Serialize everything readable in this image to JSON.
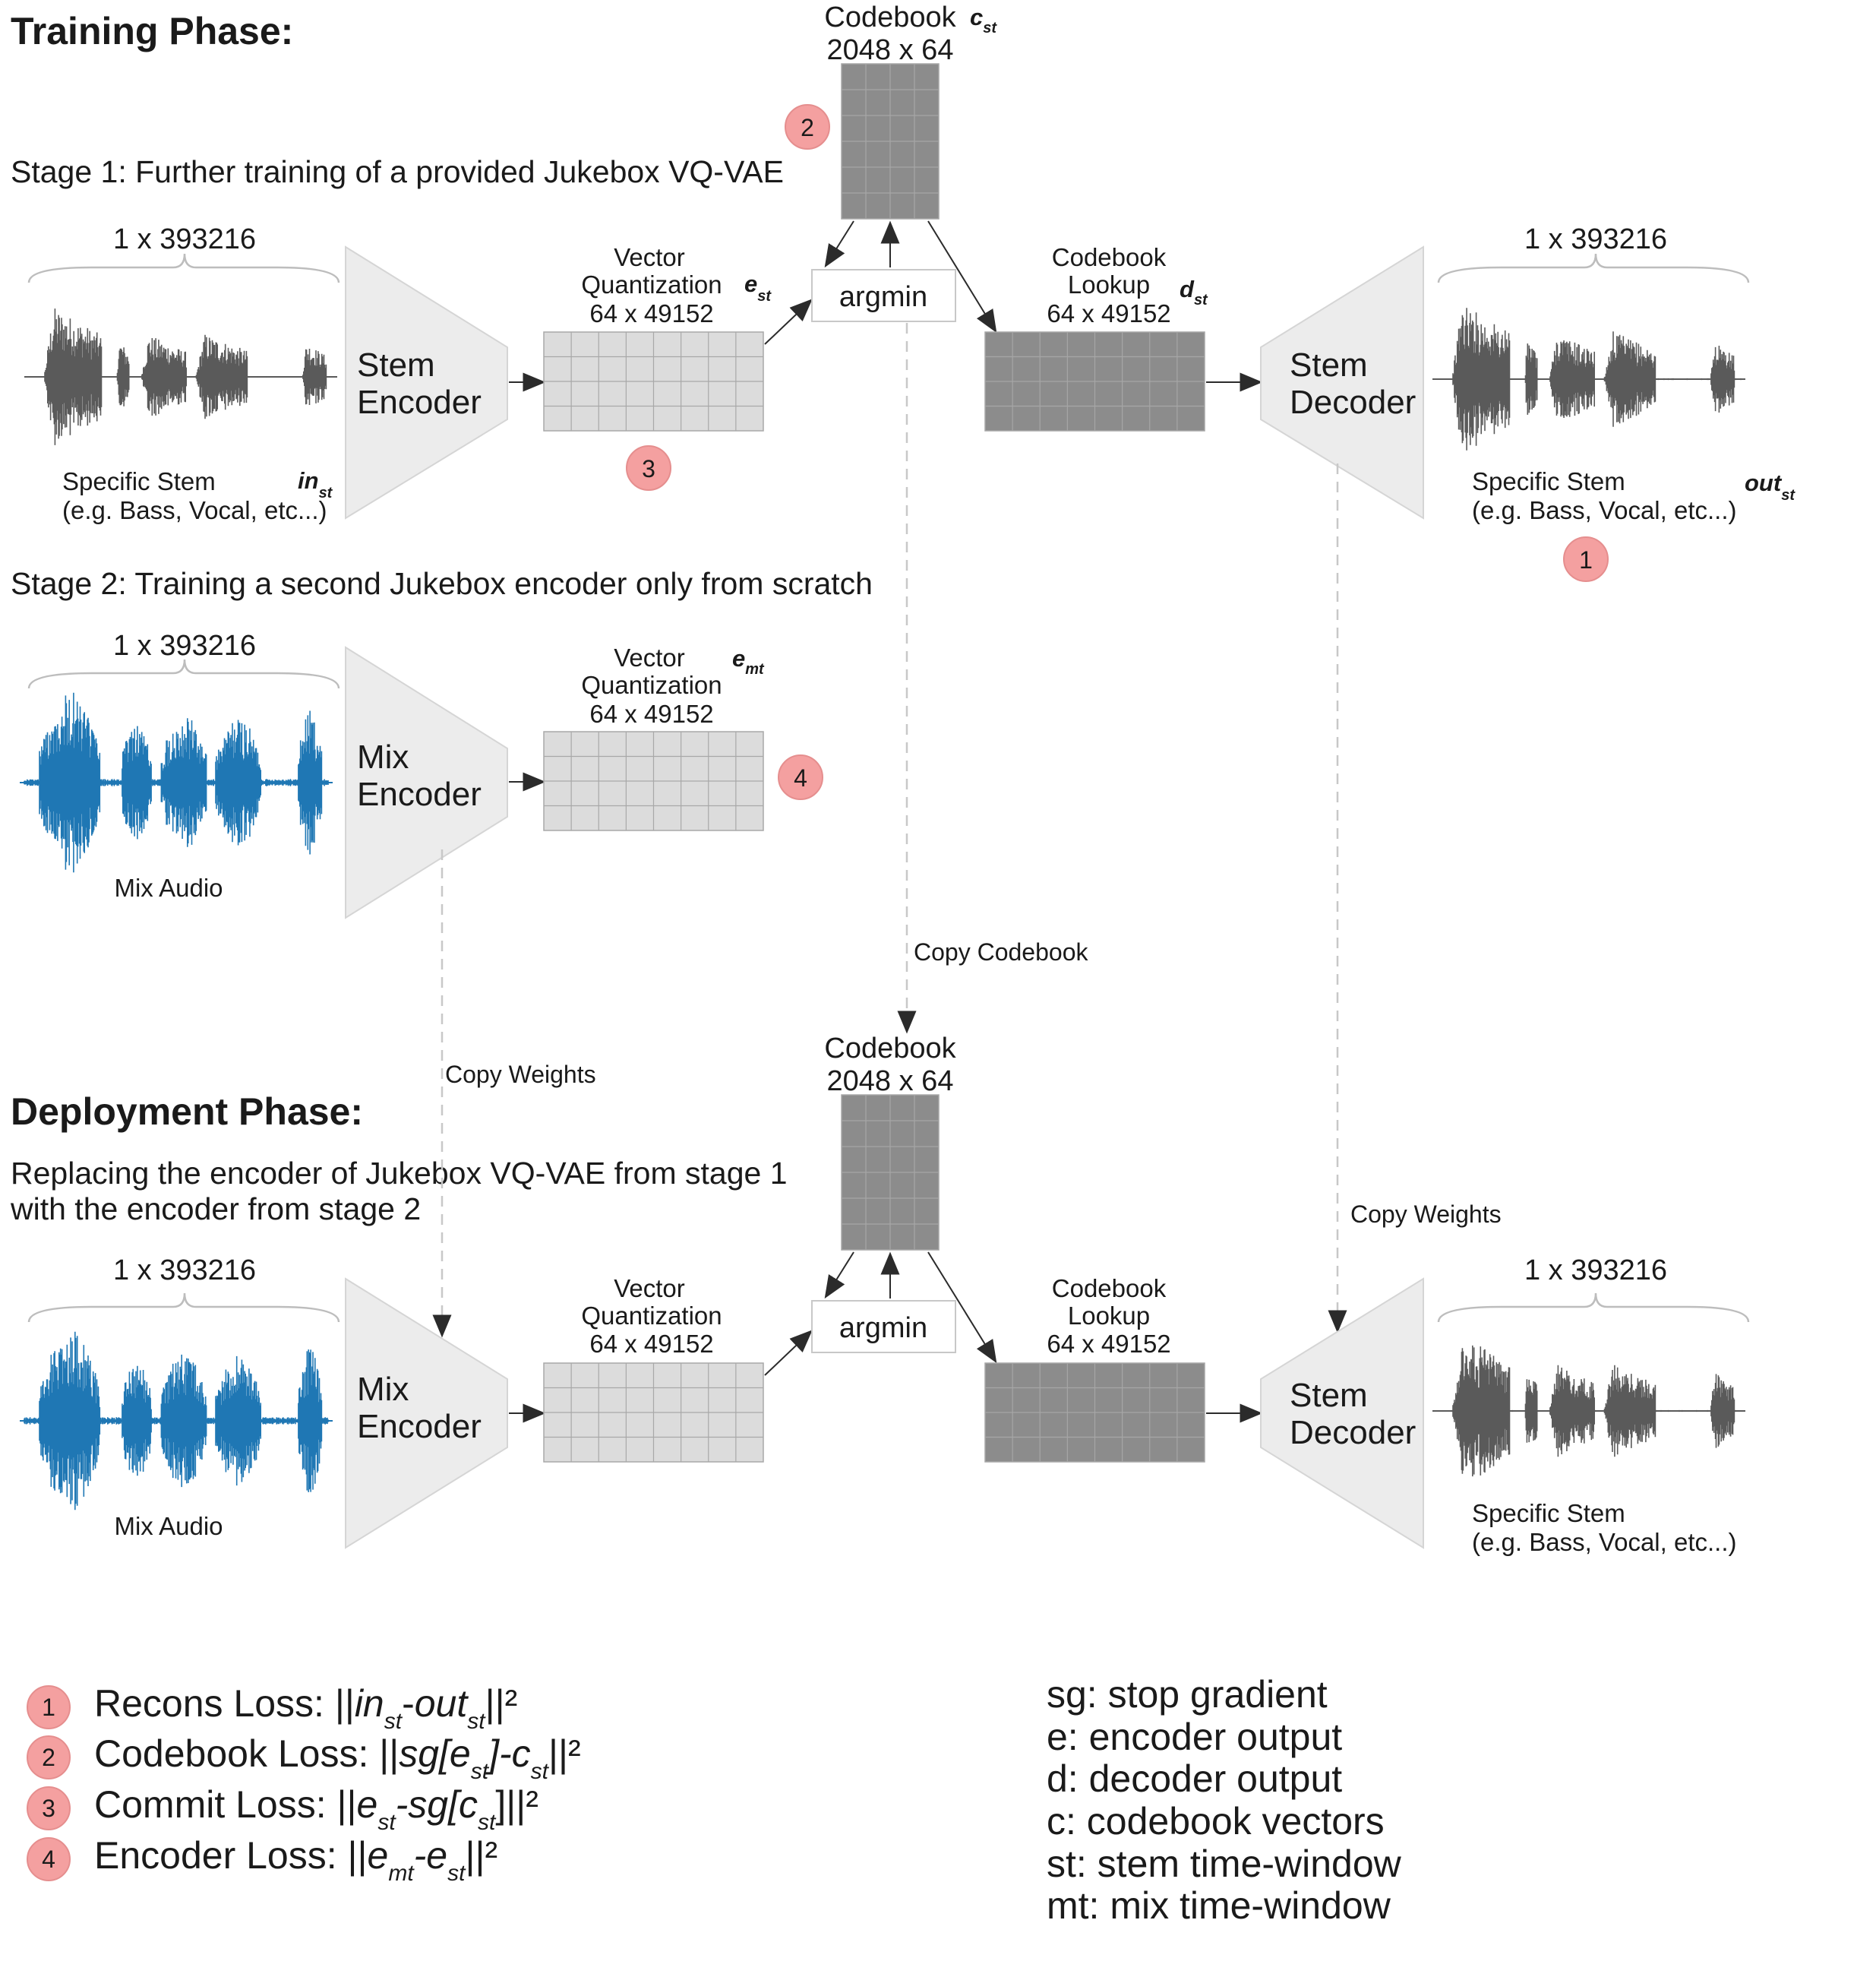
{
  "training_phase": {
    "title": "Training Phase:",
    "stage1_title": "Stage 1: Further training of a provided Jukebox VQ-VAE",
    "stage2_title": "Stage 2: Training a second Jukebox encoder only from scratch"
  },
  "deployment_phase": {
    "title": "Deployment Phase:",
    "desc_line1": "Replacing the encoder of Jukebox VQ-VAE from stage 1",
    "desc_line2": "with the encoder from stage 2"
  },
  "common": {
    "audio_dim": "1 x 393216",
    "stem_label_1": "Specific Stem",
    "stem_label_2": "(e.g. Bass, Vocal, etc...)",
    "mix_audio": "Mix Audio",
    "stem_encoder": [
      "Stem",
      "Encoder"
    ],
    "stem_decoder": [
      "Stem",
      "Decoder"
    ],
    "mix_encoder": [
      "Mix",
      "Encoder"
    ],
    "vq_label": [
      "Vector",
      "Quantization",
      "64 x 49152"
    ],
    "lookup_label": [
      "Codebook",
      "Lookup",
      "64 x 49152"
    ],
    "codebook_label": [
      "Codebook",
      "2048 x 64"
    ],
    "argmin": "argmin",
    "copy_codebook": "Copy Codebook",
    "copy_weights": "Copy Weights"
  },
  "symbols": {
    "in_base": "in",
    "in_sub": "st",
    "out_base": "out",
    "out_sub": "st",
    "e_base": "e",
    "e_sub": "st",
    "d_base": "d",
    "d_sub": "st",
    "c_base": "c",
    "c_sub": "st",
    "emt_base": "e",
    "emt_sub": "mt"
  },
  "badges": [
    "1",
    "2",
    "3",
    "4"
  ],
  "losses": [
    {
      "num": "1",
      "name": "Recons Loss: ",
      "parts": [
        "||",
        "in",
        "st",
        "-",
        "out",
        "st",
        "||²"
      ]
    },
    {
      "num": "2",
      "name": "Codebook Loss: ",
      "parts": [
        "||",
        "sg[e",
        "st",
        "]-c",
        "st",
        "||²"
      ]
    },
    {
      "num": "3",
      "name": "Commit Loss: ",
      "parts": [
        "||",
        "e",
        "st",
        "-sg[c",
        "st",
        "]||²"
      ]
    },
    {
      "num": "4",
      "name": "Encoder Loss: ",
      "parts": [
        "||",
        "e",
        "mt",
        "-e",
        "st",
        "||²"
      ]
    }
  ],
  "glossary": [
    "sg: stop gradient",
    "e: encoder output",
    "d: decoder output",
    "c: codebook vectors",
    "st: stem time-window",
    "mt: mix time-window"
  ],
  "colors": {
    "stem_wave": "#5a5a5a",
    "mix_wave": "#1f77b4",
    "encoder_fill": "#ececec",
    "vq_fill": "#dcdcdc",
    "codebook_fill": "#8c8c8c",
    "badge_fill": "#f4a0a0",
    "arrow": "#2b2b2b"
  }
}
